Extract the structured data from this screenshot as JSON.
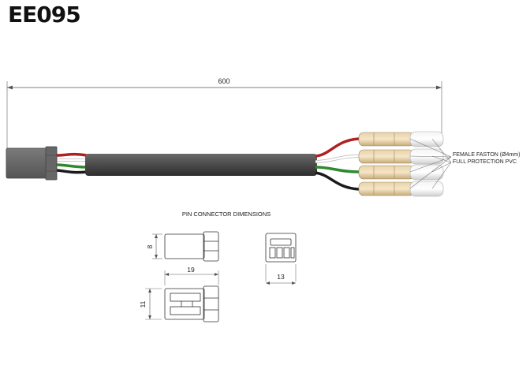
{
  "title": "EE095",
  "cable": {
    "length_label": "600",
    "wire_colors": [
      "#b02020",
      "#ffffff",
      "#2f8a2f",
      "#1a1a1a"
    ],
    "sheath_color": "#4a4a4a"
  },
  "terminal_label": {
    "line1": "FEMALE FASTON (Ø4mm)",
    "line2": "FULL PROTECTION PVC"
  },
  "pin_connector": {
    "heading": "PIN CONNECTOR DIMENSIONS",
    "height_label": "8",
    "length_label": "19",
    "width_label": "11",
    "face_label": "13"
  }
}
